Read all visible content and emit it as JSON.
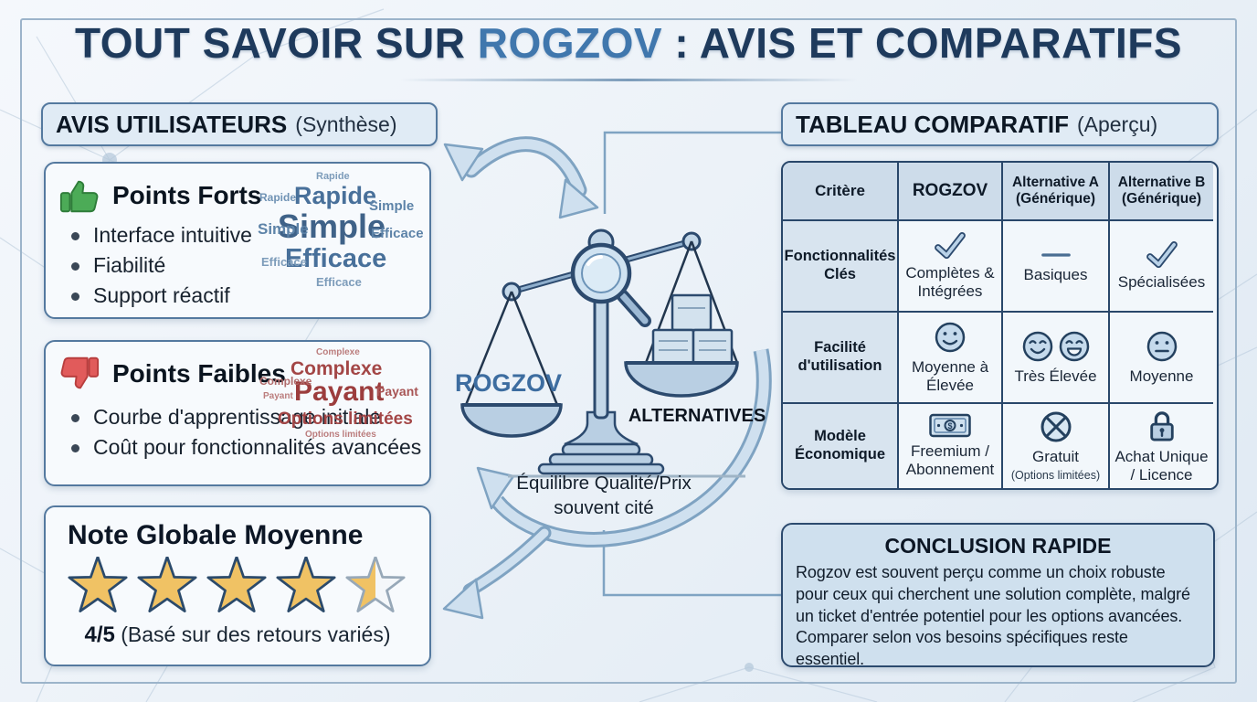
{
  "title": {
    "pre": "TOUT SAVOIR SUR ",
    "brand": "ROGZOV",
    "post": " : AVIS ET COMPARATIFS"
  },
  "colors": {
    "navy": "#1e3a5c",
    "brand_blue": "#4077ad",
    "steel_border": "#54799f",
    "green": "#4cab57",
    "red": "#e15b5b",
    "gold": "#f0c264",
    "table_border": "#29476a"
  },
  "left": {
    "header": {
      "main": "AVIS UTILISATEURS",
      "sub": "(Synthèse)"
    },
    "strengths": {
      "title": "Points Forts",
      "items": [
        "Interface intuitive",
        "Fiabilité",
        "Support réactif"
      ],
      "cloud": [
        "Rapide",
        "Simple",
        "Efficace",
        "Rapide",
        "Rapide",
        "Simple",
        "Simple",
        "Efficace",
        "Efficace",
        "Efficace"
      ]
    },
    "weaknesses": {
      "title": "Points Faibles",
      "items": [
        "Courbe d'apprentissage initiale",
        "Coût pour fonctionnalités avancées"
      ],
      "cloud": [
        "Complexe",
        "Payant",
        "Options limitées",
        "Complexe",
        "Payant",
        "Complexe",
        "Options limitées",
        "Payant"
      ]
    },
    "rating": {
      "title": "Note Globale Moyenne",
      "stars_full": 4,
      "stars_half": 1,
      "stars_total": 5,
      "score": "4/5",
      "note": " (Basé sur des retours variés)"
    }
  },
  "center": {
    "left_pan_label": "ROGZOV",
    "right_pan_label": "ALTERNATIVES",
    "caption_line1": "Équilibre Qualité/Prix",
    "caption_line2": "souvent cité"
  },
  "right": {
    "header": {
      "main": "TABLEAU COMPARATIF",
      "sub": "(Aperçu)"
    },
    "table": {
      "headers": [
        "Critère",
        "ROGZOV",
        "Alternative A (Générique)",
        "Alternative B (Générique)"
      ],
      "rows": [
        {
          "criterion": "Fonctionnalités Clés",
          "rogzov": {
            "icon": "check",
            "label": "Complètes & Intégrées"
          },
          "alt_a": {
            "icon": "dash",
            "label": "Basiques"
          },
          "alt_b": {
            "icon": "check",
            "label": "Spécialisées"
          }
        },
        {
          "criterion": "Facilité d'utilisation",
          "rogzov": {
            "icon": "smiley",
            "label": "Moyenne à Élevée"
          },
          "alt_a": {
            "icon": "double-smiley",
            "label": "Très Élevée"
          },
          "alt_b": {
            "icon": "neutral-face",
            "label": "Moyenne"
          }
        },
        {
          "criterion": "Modèle Économique",
          "rogzov": {
            "icon": "banknote",
            "label": "Freemium / Abonnement"
          },
          "alt_a": {
            "icon": "crossed-circle",
            "label": "Gratuit",
            "sub": "(Options limitées)"
          },
          "alt_b": {
            "icon": "padlock",
            "label": "Achat Unique / Licence"
          }
        }
      ]
    },
    "conclusion": {
      "title": "CONCLUSION RAPIDE",
      "body": "Rogzov est souvent perçu comme un choix robuste pour ceux qui cherchent une solution complète, malgré un ticket d'entrée potentiel pour les options avancées. Comparer selon vos besoins spécifiques reste essentiel."
    }
  }
}
